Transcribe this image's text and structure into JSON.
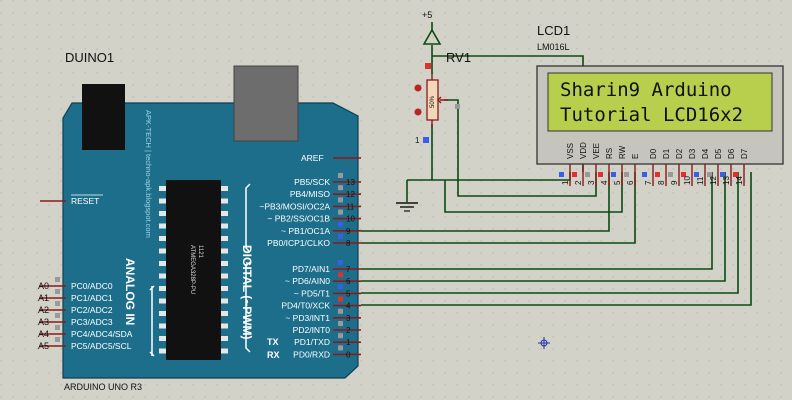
{
  "power": {
    "label": "+5"
  },
  "potentiometer": {
    "name": "RV1",
    "value": "50%",
    "pin_number": "1"
  },
  "lcd": {
    "name": "LCD1",
    "model": "LM016L",
    "line1": "Sharin9 Arduino",
    "line2": "Tutorial LCD16x2",
    "pins": [
      {
        "label": "VSS",
        "num": "1"
      },
      {
        "label": "VDD",
        "num": "2"
      },
      {
        "label": "VEE",
        "num": "3"
      },
      {
        "label": "RS",
        "num": "4"
      },
      {
        "label": "RW",
        "num": "5"
      },
      {
        "label": "E",
        "num": "6"
      },
      {
        "label": "D0",
        "num": "7"
      },
      {
        "label": "D1",
        "num": "8"
      },
      {
        "label": "D2",
        "num": "9"
      },
      {
        "label": "D3",
        "num": "10"
      },
      {
        "label": "D4",
        "num": "11"
      },
      {
        "label": "D5",
        "num": "12"
      },
      {
        "label": "D6",
        "num": "13"
      },
      {
        "label": "D7",
        "num": "14"
      }
    ]
  },
  "arduino": {
    "name": "DUINO1",
    "model": "ARDUINO UNO R3",
    "watermark": "APK-TECH | techno-apk.blogspot.com",
    "chip": "ATMEGA328P-PU",
    "chip_code": "1121",
    "analog_title": "ANALOG IN",
    "digital_title": "DIGITAL (~PWM)",
    "tx": "TX",
    "rx": "RX",
    "aref": "AREF",
    "reset": "RESET",
    "analog_pins": [
      {
        "label": "PC0/ADC0",
        "ext": "A0"
      },
      {
        "label": "PC1/ADC1",
        "ext": "A1"
      },
      {
        "label": "PC2/ADC2",
        "ext": "A2"
      },
      {
        "label": "PC3/ADC3",
        "ext": "A3"
      },
      {
        "label": "PC4/ADC4/SDA",
        "ext": "A4"
      },
      {
        "label": "PC5/ADC5/SCL",
        "ext": "A5"
      }
    ],
    "digital_pins_top": [
      {
        "label": "PB5/SCK",
        "num": "13"
      },
      {
        "label": "PB4/MISO",
        "num": "12"
      },
      {
        "label": "~PB3/MOSI/OC2A",
        "num": "11"
      },
      {
        "label": "~ PB2/SS/OC1B",
        "num": "10"
      },
      {
        "label": "~ PB1/OC1A",
        "num": "9"
      },
      {
        "label": "PB0/ICP1/CLKO",
        "num": "8"
      }
    ],
    "digital_pins_bottom": [
      {
        "label": "PD7/AIN1",
        "num": "7"
      },
      {
        "label": "~ PD6/AIN0",
        "num": "6"
      },
      {
        "label": "~ PD5/T1",
        "num": "5"
      },
      {
        "label": "PD4/T0/XCK",
        "num": "4"
      },
      {
        "label": "~ PD3/INT1",
        "num": "3"
      },
      {
        "label": "PD2/INT0",
        "num": "2"
      },
      {
        "label": "PD1/TXD",
        "num": "1"
      },
      {
        "label": "PD0/RXD",
        "num": "0"
      }
    ]
  },
  "colors": {
    "background": "#d2d2c8",
    "board": "#1d6e8a",
    "lcd_screen": "#b7cf4d",
    "wire": "#0b4a12",
    "pin_line": "#8b1a1a"
  }
}
